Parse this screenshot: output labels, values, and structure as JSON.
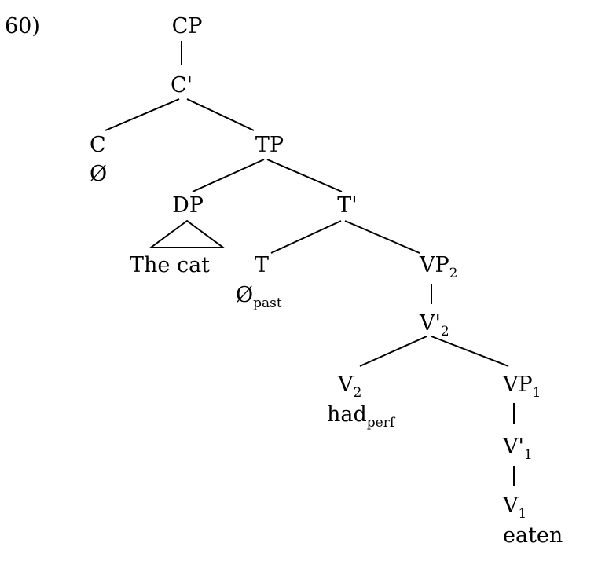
{
  "example_number": "60)",
  "nodes": {
    "cp": "CP",
    "c_bar": "C'",
    "c": "C",
    "c_null": "Ø",
    "tp": "TP",
    "dp": "DP",
    "dp_text": "The cat",
    "t_bar": "T'",
    "t": "T",
    "t_null": "Ø",
    "t_null_sub": "past",
    "vp2": "VP",
    "vp2_sub": "2",
    "v_bar2": "V'",
    "v_bar2_sub": "2",
    "v2": "V",
    "v2_sub": "2",
    "had": "had",
    "had_sub": "perf",
    "vp1": "VP",
    "vp1_sub": "1",
    "v_bar1": "V'",
    "v_bar1_sub": "1",
    "v1": "V",
    "v1_sub": "1",
    "eaten": "eaten"
  }
}
